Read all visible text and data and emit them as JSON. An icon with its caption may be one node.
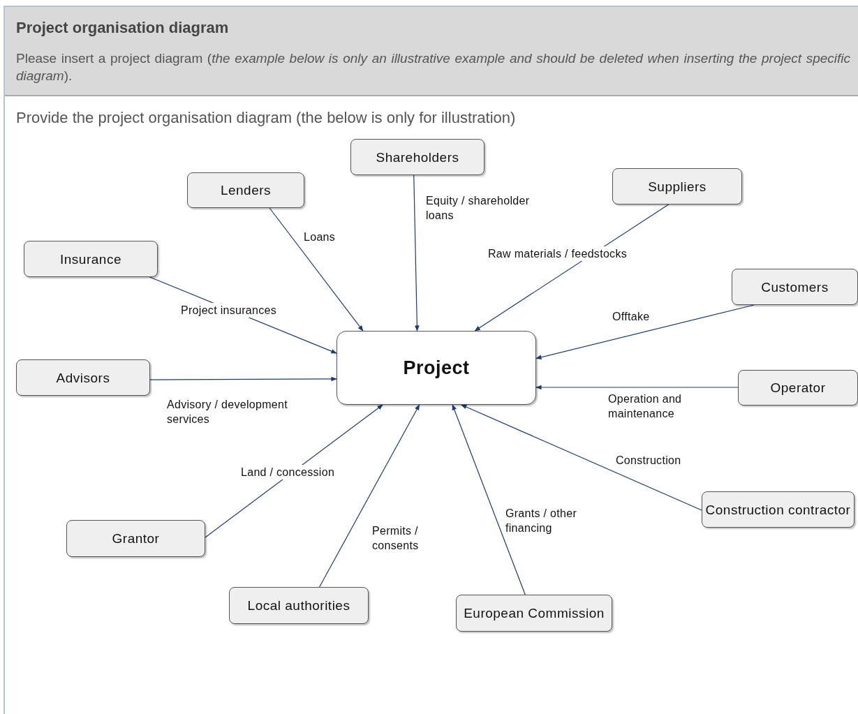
{
  "diagram": {
    "title": "Project organisation diagram",
    "nodes": [
      {
        "text": [
          "Shareholders"
        ]
      },
      {
        "text": [
          "Lenders"
        ]
      },
      {
        "text": [
          "Suppliers"
        ]
      },
      {
        "text": [
          "Insurance"
        ]
      },
      {
        "text": [
          "Customers"
        ]
      },
      {
        "text": [
          "Advisors"
        ]
      },
      {
        "text": [
          "Project"
        ]
      },
      {
        "text": [
          "Operator"
        ]
      },
      {
        "text": [
          "Construction contractor"
        ]
      },
      {
        "text": [
          "Grantor"
        ]
      },
      {
        "text": [
          "Local authorities"
        ]
      },
      {
        "text": [
          "European Commission"
        ]
      }
    ],
    "edges": [
      {
        "from": 0,
        "to": 6,
        "arrow": "to",
        "label": "Equity / shareholder loans"
      },
      {
        "from": 1,
        "to": 6,
        "arrow": "to",
        "label": "Loans"
      },
      {
        "from": 2,
        "to": 6,
        "arrow": "to",
        "label": "Raw materials / feedstocks"
      },
      {
        "from": 3,
        "to": 6,
        "arrow": "to",
        "label": "Project insurances"
      },
      {
        "from": 4,
        "to": 6,
        "arrow": "to",
        "label": "Offtake"
      },
      {
        "from": 5,
        "to": 6,
        "arrow": "to",
        "label": "Advisory / development services"
      },
      {
        "from": 7,
        "to": 6,
        "arrow": "to",
        "label": "Operation and maintenance"
      },
      {
        "from": 8,
        "to": 6,
        "arrow": "to",
        "label": "Construction"
      },
      {
        "from": 9,
        "to": 6,
        "arrow": "to",
        "label": "Land / concession"
      },
      {
        "from": 10,
        "to": 6,
        "arrow": "to",
        "label": "Permits / consents"
      },
      {
        "from": 11,
        "to": 6,
        "arrow": "to",
        "label": "Grants / other financing"
      }
    ],
    "labels": [
      "Please insert a project diagram (*the example below is only an illustrative example and should be deleted when inserting the project specific diagram*).",
      "Provide the project organisation diagram (the below is only for illustration)"
    ]
  }
}
